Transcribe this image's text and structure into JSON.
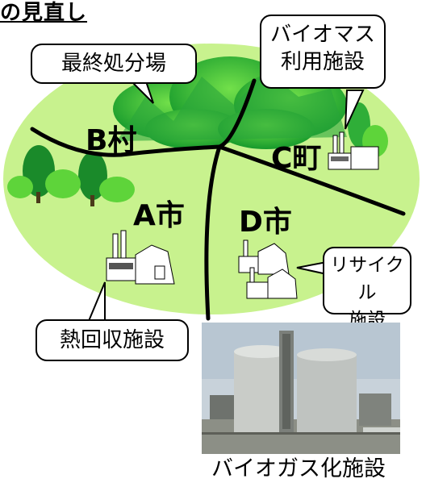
{
  "title": "の見直し",
  "callouts": {
    "landfill": "最終処分場",
    "biomass_line1": "バイオマス",
    "biomass_line2": "利用施設",
    "recycle_line1": "リサイクル",
    "recycle_line2": "施設",
    "heat": "熱回収施設"
  },
  "places": {
    "b_village": "B村",
    "c_town": "C町",
    "a_city": "A市",
    "d_city": "D市"
  },
  "photo_caption": "バイオガス化施設",
  "colors": {
    "land": "#c8f28e",
    "tree_dark": "#1a8a2a",
    "tree_light": "#5ed43a",
    "tree_mid": "#2fae38",
    "road": "#000000",
    "outline": "#000000"
  },
  "icons": [
    "factory-icon",
    "tree-icon",
    "mountain-icon"
  ]
}
